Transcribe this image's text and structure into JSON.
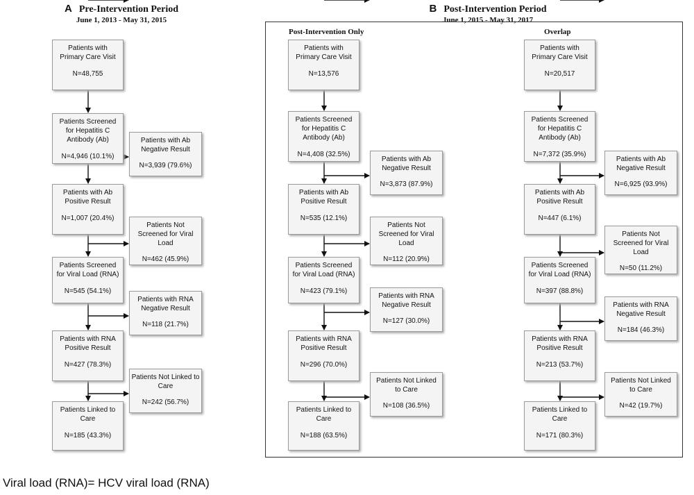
{
  "panels": [
    {
      "letter": "A",
      "title": "Pre-Intervention Period",
      "dates": "June 1, 2013 - May 31, 2015",
      "columns": [
        {
          "heading": "",
          "main": [
            {
              "label": "Patients with\nPrimary Care Visit",
              "n": "N=48,755"
            },
            {
              "label": "Patients Screened\nfor Hepatitis C\nAntibody (Ab)",
              "n": "N=4,946 (10.1%)"
            },
            {
              "label": "Patients with Ab\nPositive Result",
              "n": "N=1,007 (20.4%)"
            },
            {
              "label": "Patients Screened\nfor Viral Load (RNA)",
              "n": "N=545 (54.1%)"
            },
            {
              "label": "Patients with RNA\nPositive Result",
              "n": "N=427 (78.3%)"
            },
            {
              "label": "Patients Linked to\nCare",
              "n": "N=185 (43.3%)"
            }
          ],
          "side": [
            {
              "label": "Patients with Ab\nNegative Result",
              "n": "N=3,939 (79.6%)"
            },
            {
              "label": "Patients Not\nScreened for Viral\nLoad",
              "n": "N=462 (45.9%)"
            },
            {
              "label": "Patients with RNA\nNegative Result",
              "n": "N=118 (21.7%)"
            },
            {
              "label": "Patients Not Linked to\nCare",
              "n": "N=242 (56.7%)"
            }
          ]
        }
      ]
    },
    {
      "letter": "B",
      "title": "Post-Intervention Period",
      "dates": "June 1, 2015 - May 31, 2017",
      "columns": [
        {
          "heading": "Post-Intervention Only",
          "main": [
            {
              "label": "Patients with\nPrimary Care Visit",
              "n": "N=13,576"
            },
            {
              "label": "Patients Screened\nfor Hepatitis C\nAntibody (Ab)",
              "n": "N=4,408 (32.5%)"
            },
            {
              "label": "Patients with Ab\nPositive Result",
              "n": "N=535 (12.1%)"
            },
            {
              "label": "Patients Screened\nfor Viral Load (RNA)",
              "n": "N=423 (79.1%)"
            },
            {
              "label": "Patients with RNA\nPositive Result",
              "n": "N=296 (70.0%)"
            },
            {
              "label": "Patients Linked to\nCare",
              "n": "N=188 (63.5%)"
            }
          ],
          "side": [
            {
              "label": "Patients with Ab\nNegative Result",
              "n": "N=3,873 (87.9%)"
            },
            {
              "label": "Patients Not\nScreened for Viral\nLoad",
              "n": "N=112 (20.9%)"
            },
            {
              "label": "Patients with RNA\nNegative Result",
              "n": "N=127 (30.0%)"
            },
            {
              "label": "Patients Not Linked\nto Care",
              "n": "N=108 (36.5%)"
            }
          ]
        },
        {
          "heading": "Overlap",
          "main": [
            {
              "label": "Patients with\nPrimary Care Visit",
              "n": "N=20,517"
            },
            {
              "label": "Patients Screened\nfor Hepatitis C\nAntibody (Ab)",
              "n": "N=7,372 (35.9%)"
            },
            {
              "label": "Patients with Ab\nPositive Result",
              "n": "N=447 (6.1%)"
            },
            {
              "label": "Patients Screened\nfor Viral Load (RNA)",
              "n": "N=397 (88.8%)"
            },
            {
              "label": "Patients with RNA\nPositive Result",
              "n": "N=213 (53.7%)"
            },
            {
              "label": "Patients Linked to\nCare",
              "n": "N=171 (80.3%)"
            }
          ],
          "side": [
            {
              "label": "Patients with Ab\nNegative Result",
              "n": "N=6,925 (93.9%)"
            },
            {
              "label": "Patients Not\nScreened for Viral\nLoad",
              "n": "N=50 (11.2%)"
            },
            {
              "label": "Patients with RNA\nNegative Result",
              "n": "N=184 (46.3%)"
            },
            {
              "label": "Patients Not Linked\nto Care",
              "n": "N=42 (19.7%)"
            }
          ]
        }
      ]
    }
  ],
  "footnote": "Viral load (RNA)= HCV viral load (RNA)"
}
